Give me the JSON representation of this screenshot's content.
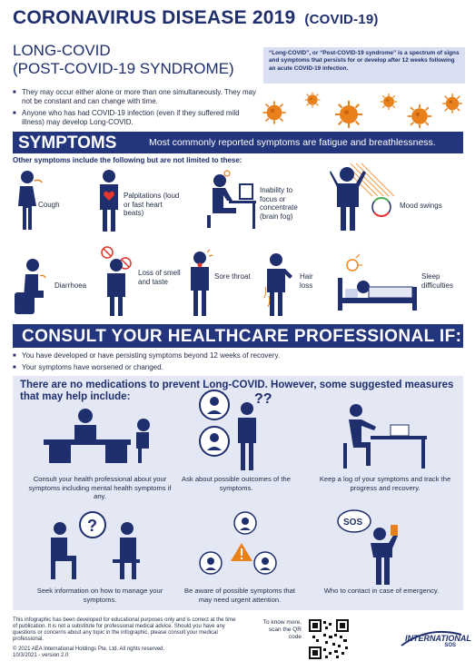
{
  "header": {
    "title": "CORONAVIRUS DISEASE 2019",
    "title_suffix": "(COVID-19)",
    "subtitle_line1": "LONG-COVID",
    "subtitle_line2": "(POST-COVID-19 SYNDROME)",
    "definition": "“Long-COVID”, or “Post-COVID-19 syndrome” is a spectrum of signs and symptoms that persists for or develop after 12 weeks following an acute COVID-19 infection."
  },
  "intro_bullets": [
    "They may occur either alone or more than one simultaneously. They may not be constant and can change with time.",
    "Anyone who has had COVID-19 infection (even if they suffered mild illness) may develop Long-COVID."
  ],
  "symptoms": {
    "heading": "SYMPTOMS",
    "tagline": "Most commonly reported symptoms are fatigue and breathlessness.",
    "other_label": "Other symptoms include the following but are not limited to these:",
    "items": [
      {
        "label": "Cough",
        "icon": "cough-icon"
      },
      {
        "label": "Palpitations (loud or fast heart beats)",
        "icon": "palpitations-icon"
      },
      {
        "label": "Inability to focus or concentrate (brain fog)",
        "icon": "brain-fog-icon"
      },
      {
        "label": "Mood swings",
        "icon": "mood-swings-icon"
      },
      {
        "label": "Diarrhoea",
        "icon": "diarrhoea-icon"
      },
      {
        "label": "Loss of smell and taste",
        "icon": "loss-of-smell-icon"
      },
      {
        "label": "Sore throat",
        "icon": "sore-throat-icon"
      },
      {
        "label": "Hair loss",
        "icon": "hair-loss-icon"
      },
      {
        "label": "Sleep difficulties",
        "icon": "sleep-difficulties-icon"
      }
    ]
  },
  "consult": {
    "heading": "CONSULT YOUR HEALTHCARE PROFESSIONAL IF:",
    "bullets": [
      "You have developed or have persisting symptoms beyond 12 weeks of recovery.",
      "Your symptoms have worsened or changed."
    ]
  },
  "measures": {
    "heading": "There are no medications to prevent Long-COVID. However, some suggested measures that may help include:",
    "items": [
      {
        "caption": "Consult your health professional about your symptoms including mental health symptoms if any.",
        "icon": "doctor-consult-icon"
      },
      {
        "caption": "Ask about possible outcomes of the symptoms.",
        "icon": "question-icon"
      },
      {
        "caption": "Keep a log of your symptoms and track the progress and recovery.",
        "icon": "log-writing-icon"
      },
      {
        "caption": "Seek information on how to manage your symptoms.",
        "icon": "seek-info-icon"
      },
      {
        "caption": "Be aware of possible symptoms that may need urgent attention.",
        "icon": "warning-icon"
      },
      {
        "caption": "Who to contact in case of emergency.",
        "icon": "sos-icon"
      }
    ]
  },
  "footer": {
    "disclaimer": "This infographic has been developed for educational purposes only and is correct at the time of publication. It is not a substitute for professional medical advice. Should you have any questions or concerns about any topic in the infographic, please consult your medical professional.",
    "copyright": "© 2021 AEA International Holdings Pte. Ltd. All rights reserved.",
    "version": "10/3/2021 - version 2.0",
    "qr_text_1": "To know more,",
    "qr_text_2": "scan the QR code",
    "logo_name": "INTERNATIONAL",
    "logo_sos": "SOS"
  },
  "colors": {
    "navy": "#1f2f6e",
    "banner": "#23357d",
    "virus_orange": "#e8801c",
    "light_blue_box": "#e3e8f4"
  }
}
